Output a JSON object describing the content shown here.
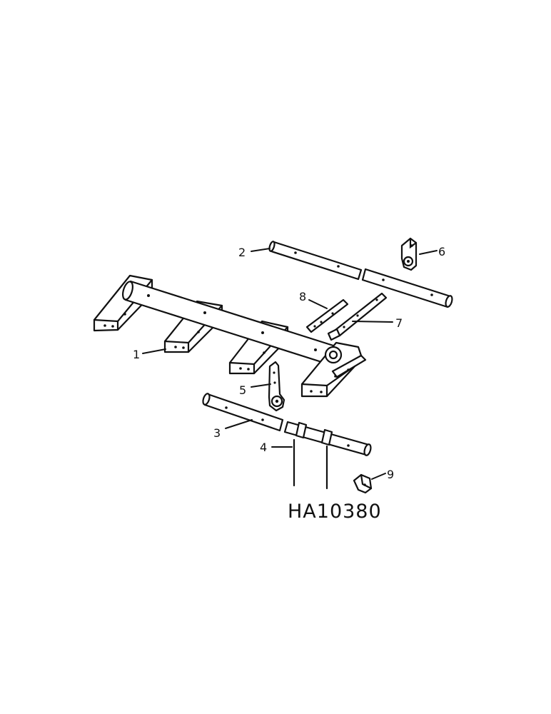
{
  "diagram": {
    "reference_code": "HA10380",
    "callouts": [
      {
        "id": "c1",
        "label": "1"
      },
      {
        "id": "c2",
        "label": "2"
      },
      {
        "id": "c3",
        "label": "3"
      },
      {
        "id": "c4",
        "label": "4"
      },
      {
        "id": "c5",
        "label": "5"
      },
      {
        "id": "c6",
        "label": "6"
      },
      {
        "id": "c7",
        "label": "7"
      },
      {
        "id": "c8",
        "label": "8"
      },
      {
        "id": "c9",
        "label": "9"
      }
    ]
  },
  "colors": {
    "ink": "#111111",
    "paper": "#ffffff"
  }
}
